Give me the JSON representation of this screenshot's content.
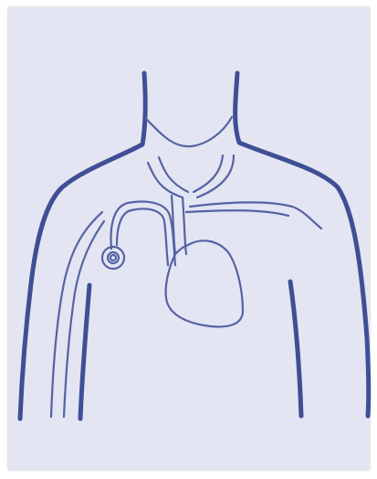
{
  "figure": {
    "paper_color": "#e3e5f3",
    "ink_color": "#3f4f95",
    "ink_thin_color": "#5563a3",
    "icons": [
      "torso-outline",
      "heart",
      "implanted-port",
      "catheter"
    ]
  }
}
